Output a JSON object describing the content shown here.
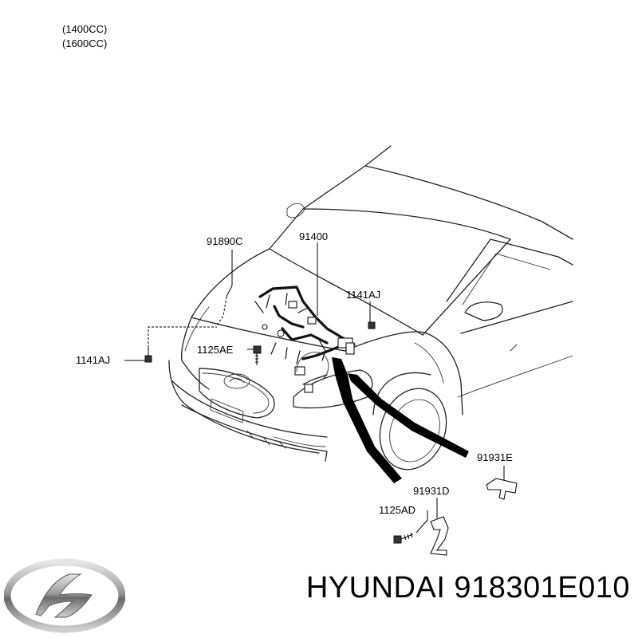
{
  "header": {
    "specs": [
      "(1400CC)",
      "(1600CC)"
    ]
  },
  "callouts": {
    "p91890C": "91890C",
    "p91400": "91400",
    "p1141AJ_right": "1141AJ",
    "p1141AJ_left": "1141AJ",
    "p1125AE": "1125AE",
    "p91931E": "91931E",
    "p91931D": "91931D",
    "p1125AD": "1125AD"
  },
  "footer": {
    "brand_title": "HYUNDAI 918301E010"
  },
  "icons": {
    "logo": "hyundai-logo-icon"
  }
}
